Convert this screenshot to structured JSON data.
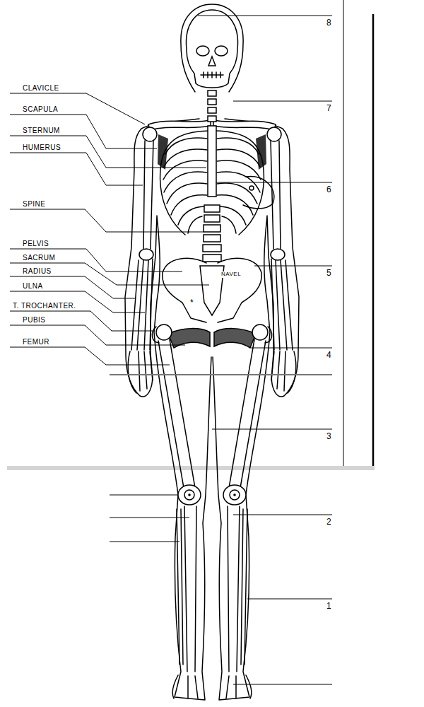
{
  "diagram": {
    "labels": [
      "CLAVICLE",
      "SCAPULA",
      "STERNUM",
      "HUMERUS",
      "SPINE",
      "PELVIS",
      "SACRUM",
      "RADIUS",
      "ULNA",
      "T. TROCHANTER.",
      "PUBIS",
      "FEMUR",
      "NAVEL",
      "*",
      "8",
      "7",
      "6",
      "5",
      "4",
      "3",
      "2",
      "1"
    ]
  }
}
